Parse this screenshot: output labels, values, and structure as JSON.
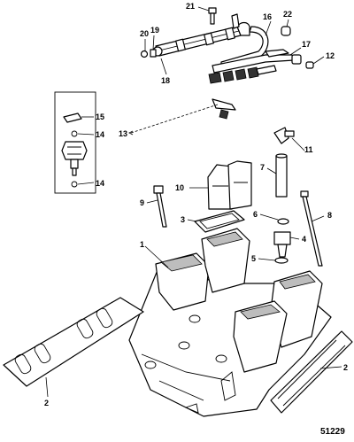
{
  "diagram": {
    "reference_number": "51229",
    "callouts": {
      "c1": "1",
      "c2a": "2",
      "c2b": "2",
      "c3": "3",
      "c4": "4",
      "c5": "5",
      "c6": "6",
      "c7": "7",
      "c8": "8",
      "c9": "9",
      "c10": "10",
      "c11": "11",
      "c12": "12",
      "c13": "13",
      "c14a": "14",
      "c14b": "14",
      "c15": "15",
      "c16": "16",
      "c17": "17",
      "c18": "18",
      "c19": "19",
      "c20": "20",
      "c21": "21",
      "c22": "22"
    }
  }
}
